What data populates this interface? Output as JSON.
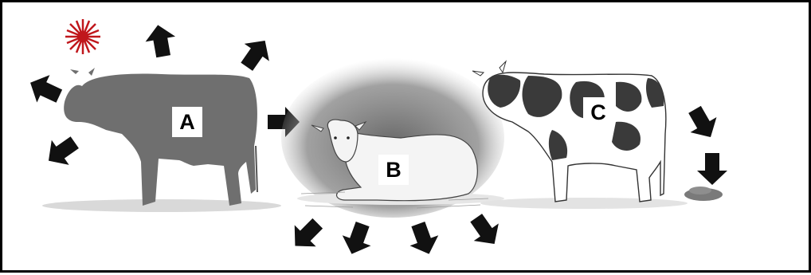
{
  "labels": {
    "cow_a": "A",
    "cow_b": "B",
    "cow_c": "C"
  },
  "icons": [
    "sun-icon",
    "arrow-icon",
    "cow-standing-icon",
    "cow-lying-icon",
    "spotted-cow-icon",
    "dung-pile-icon"
  ],
  "colors": {
    "sun": "#c0171c",
    "arrow": "#111111",
    "cow_a": "#6f6f6f",
    "cow_b": "#f2f2f2",
    "cow_c_spots": "#3a3a3a",
    "shadow": "#8a8a8a",
    "border": "#000000"
  }
}
